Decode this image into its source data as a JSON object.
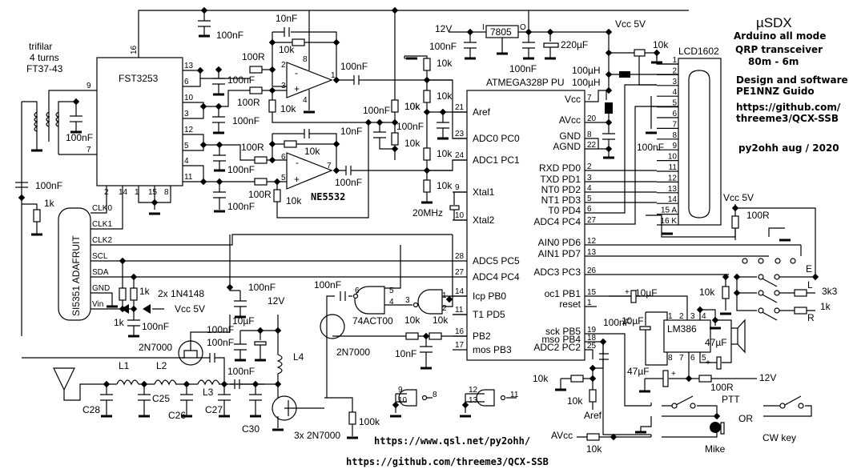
{
  "header": {
    "title": "µSDX",
    "line1": "Arduino all mode",
    "line2": "QRP transceiver",
    "line3": "80m - 6m",
    "line4": "Design and software",
    "line5": "PE1NNZ Guido",
    "line6": "https://github.com/",
    "line7": "threeme3/QCX-SSB",
    "credit": "py2ohh aug / 2020"
  },
  "links": {
    "qsl": "https://www.qsl.net/py2ohh/",
    "github": "https://github.com/threeme3/QCX-SSB"
  },
  "transformer": {
    "l1": "trifilar",
    "l2": "4 turns",
    "l3": "FT37-43"
  },
  "chips": {
    "mux": "FST3253",
    "mcu": "ATMEGA328P PU",
    "opamp": "NE5532",
    "gates": "74ACT00",
    "audio": "LM386",
    "lcd": "LCD1602",
    "reg": "7805",
    "synth": "SI5351 ADAFRUIT"
  },
  "mux_pins": {
    "p16": "16",
    "p13": "13",
    "p6": "6",
    "p10": "10",
    "p3": "3",
    "p12": "12",
    "p5": "5",
    "p4": "4",
    "p11": "11",
    "p9": "9",
    "p7": "7",
    "p2": "2",
    "p14": "14",
    "p1": "1",
    "p15": "15",
    "p8": "8"
  },
  "mcu_left": [
    {
      "pin": "21",
      "label": "Aref"
    },
    {
      "pin": "23",
      "label": "ADC0 PC0"
    },
    {
      "pin": "24",
      "label": "ADC1 PC1"
    },
    {
      "pin": "9",
      "label": "Xtal1"
    },
    {
      "pin": "10",
      "label": "Xtal2"
    },
    {
      "pin": "28",
      "label": "ADC5 PC5"
    },
    {
      "pin": "27",
      "label": "ADC4 PC4"
    },
    {
      "pin": "14",
      "label": "Icp PB0"
    },
    {
      "pin": "11",
      "label": "T1 PD5"
    },
    {
      "pin": "16",
      "label": "PB2"
    },
    {
      "pin": "17",
      "label": "mos PB3"
    }
  ],
  "mcu_right": [
    {
      "pin": "7",
      "label": "Vcc"
    },
    {
      "pin": "20",
      "label": "AVcc"
    },
    {
      "pin": "8",
      "label": "GND"
    },
    {
      "pin": "22",
      "label": "AGND"
    },
    {
      "pin": "2",
      "label": "RXD PD0"
    },
    {
      "pin": "3",
      "label": "TXD PD1"
    },
    {
      "pin": "4",
      "label": "NT0 PD2"
    },
    {
      "pin": "5",
      "label": "NT1 PD3"
    },
    {
      "pin": "6",
      "label": "T0 PD4"
    },
    {
      "pin": "27",
      "label": "ADC4 PC4"
    },
    {
      "pin": "12",
      "label": "AIN0 PD6"
    },
    {
      "pin": "13",
      "label": "AIN1 PD7"
    },
    {
      "pin": "26",
      "label": "ADC3 PC3"
    },
    {
      "pin": "15",
      "label": "oc1 PB1"
    },
    {
      "pin": "1",
      "label": "reset"
    },
    {
      "pin": "19",
      "label": "sck PB5"
    },
    {
      "pin": "18",
      "label": "mso PB4"
    },
    {
      "pin": "25",
      "label": "ADC2 PC2"
    }
  ],
  "lcd_pins": [
    "1",
    "2",
    "3",
    "4",
    "5",
    "6",
    "7",
    "8",
    "9",
    "10",
    "11",
    "12",
    "13",
    "14",
    "15 A",
    "16 K"
  ],
  "synth_pins": [
    "CLK0",
    "CLK1",
    "CLK2",
    "SCL",
    "SDA",
    "GND",
    "Vin"
  ],
  "opamp_pins": {
    "a_inv": "2",
    "a_non": "3",
    "a_out": "1",
    "a_v": "8",
    "a_g": "4",
    "b_inv": "6",
    "b_non": "5",
    "b_out": "7"
  },
  "gate_pins": {
    "g1a": "6",
    "g1b": "5",
    "g1c": "4",
    "g2a": "3",
    "g2b": "1",
    "g2c": "2",
    "g3a": "9",
    "g3b": "10",
    "g3c": "8",
    "g4a": "12",
    "g4b": "13",
    "g4c": "11"
  },
  "lm386_pins": [
    "1",
    "2",
    "3",
    "4",
    "8",
    "7",
    "6",
    "5"
  ],
  "values": {
    "c100n": "100nF",
    "c10n": "10nF",
    "r100": "100R",
    "r10k": "10k",
    "r1k": "1k",
    "r100k": "100k",
    "r3k3": "3k3",
    "c10u": "10µF",
    "c47u": "47µF",
    "c220u": "220µF",
    "l100u": "100µH",
    "xtal": "20MHz",
    "diodes": "2x 1N4148",
    "mosfet": "2N7000",
    "mosfets3": "3x 2N7000",
    "v12": "12V",
    "vcc": "Vcc 5V",
    "avcc": "AVcc",
    "aref": "Aref"
  },
  "rf": {
    "l1": "L1",
    "l2": "L2",
    "l3": "L3",
    "l4": "L4",
    "c25": "C25",
    "c26": "C26",
    "c27": "C27",
    "c28": "C28",
    "c30": "C30"
  },
  "keys": {
    "e": "E",
    "l": "L",
    "r": "R",
    "ptt": "PTT",
    "or": "OR",
    "mike": "Mike",
    "cw": "CW key"
  },
  "reg_pins": {
    "in": "I",
    "out": "O"
  }
}
